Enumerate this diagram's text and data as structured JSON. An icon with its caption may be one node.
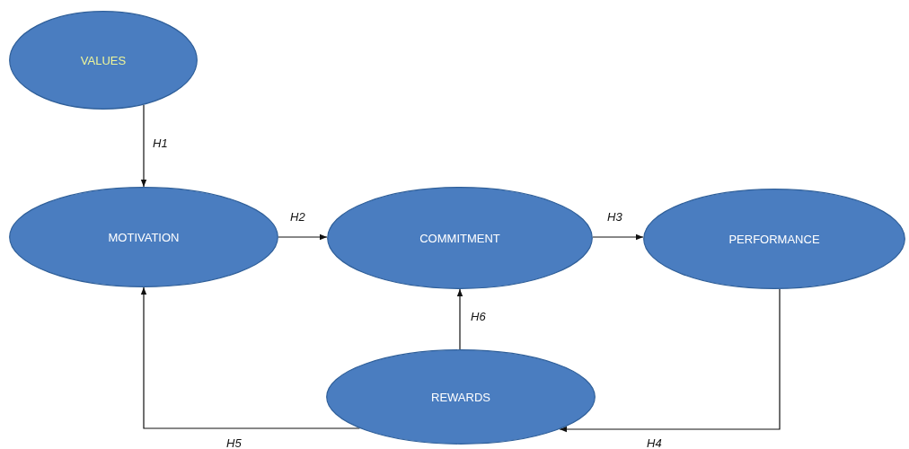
{
  "diagram": {
    "nodes": [
      {
        "text": [
          "VALUES"
        ]
      },
      {
        "text": [
          "MOTIVATION"
        ]
      },
      {
        "text": [
          "COMMITMENT"
        ]
      },
      {
        "text": [
          "PERFORMANCE"
        ]
      },
      {
        "text": [
          "REWARDS"
        ]
      }
    ],
    "edges": [
      {
        "from": 0,
        "to": 1,
        "arrow": "to",
        "label": "H1"
      },
      {
        "from": 1,
        "to": 2,
        "arrow": "to",
        "label": "H2"
      },
      {
        "from": 2,
        "to": 3,
        "arrow": "to",
        "label": "H3"
      },
      {
        "from": 3,
        "to": 4,
        "arrow": "to",
        "label": "H4"
      },
      {
        "from": 4,
        "to": 1,
        "arrow": "to",
        "label": "H5"
      },
      {
        "from": 4,
        "to": 2,
        "arrow": "to",
        "label": "H6"
      }
    ]
  }
}
